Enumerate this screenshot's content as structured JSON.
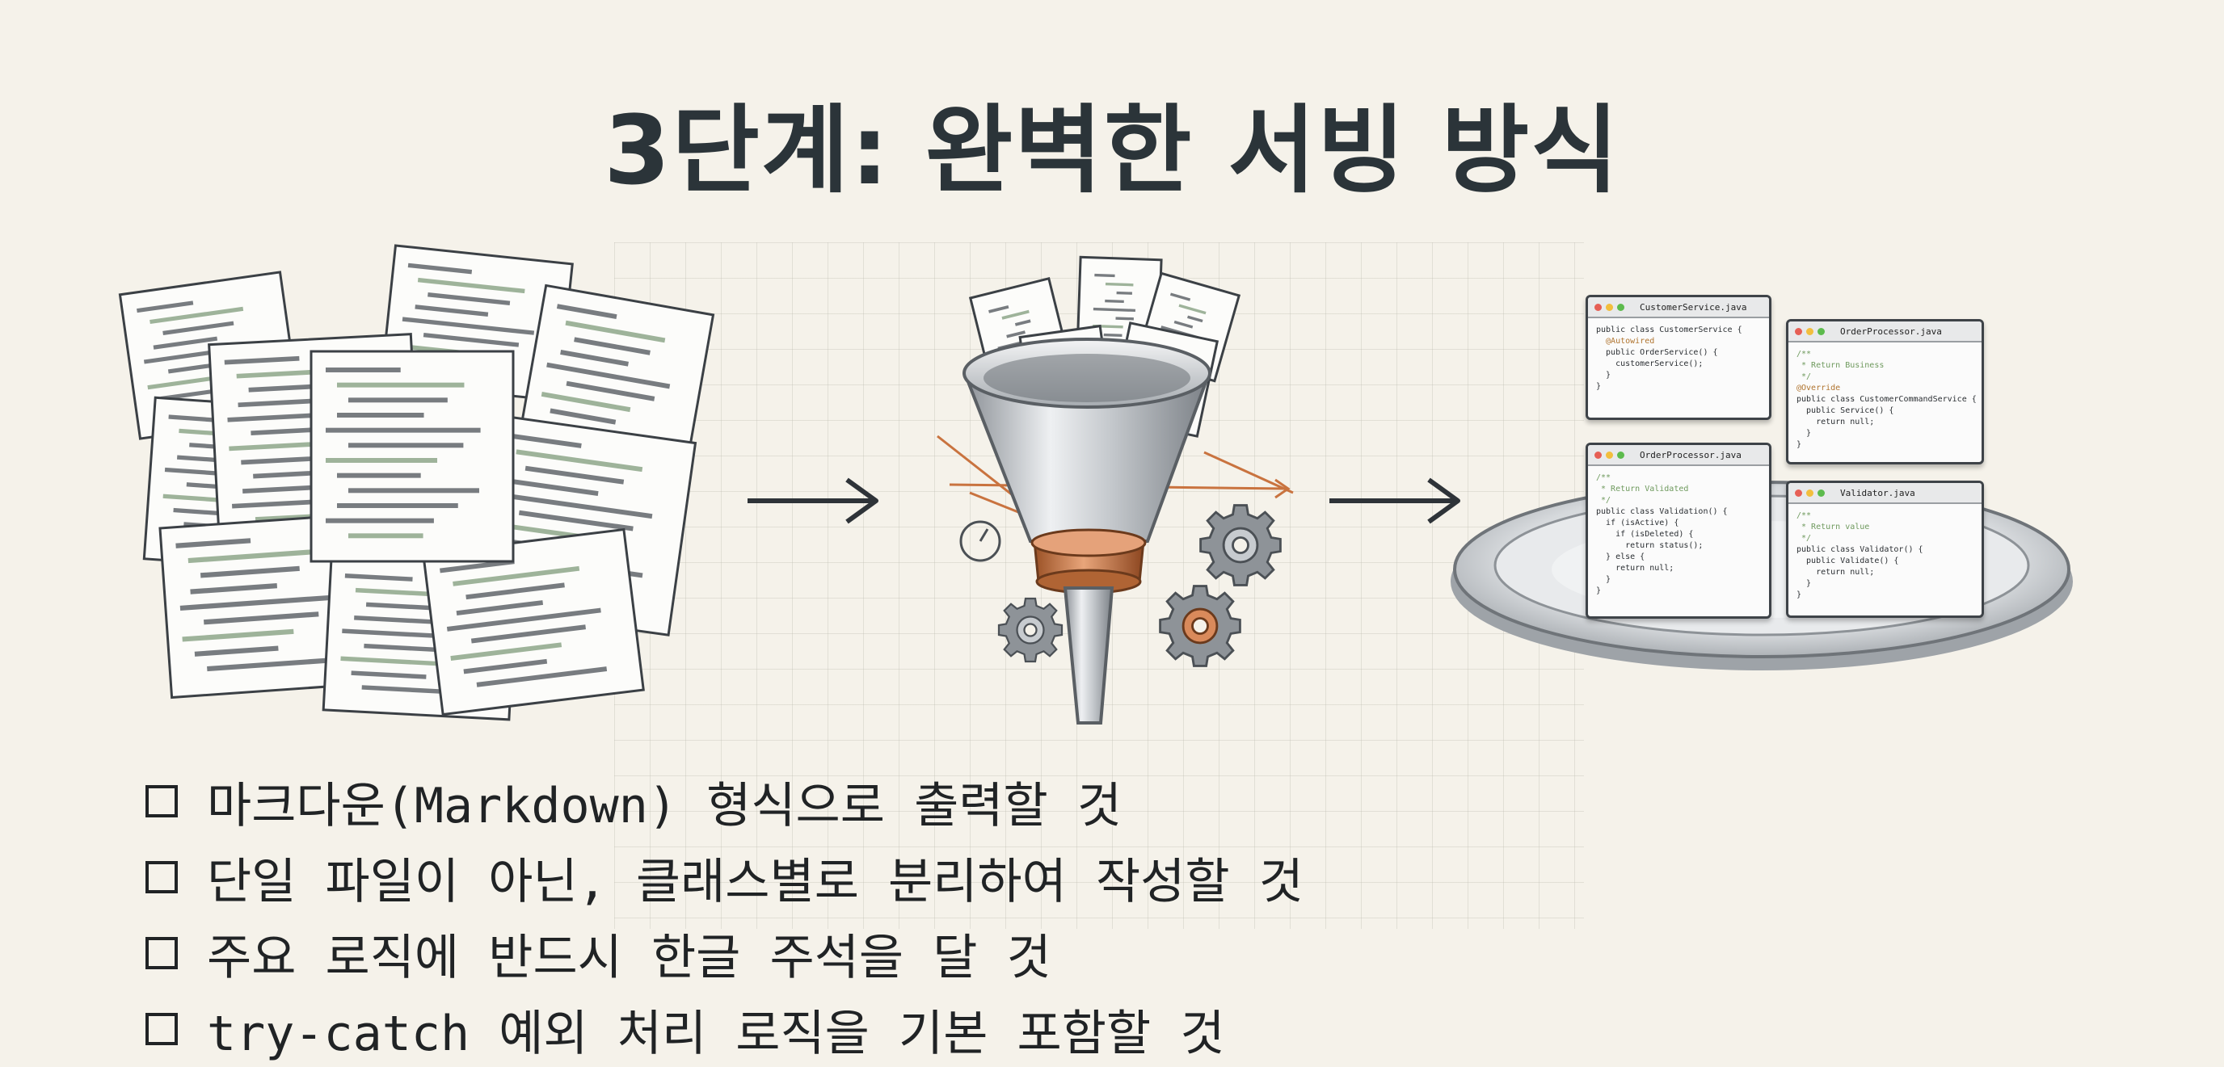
{
  "title": "3단계: 완벽한 서빙 방식",
  "checklist": [
    "마크다운(Markdown) 형식으로 출력할 것",
    "단일 파일이 아닌, 클래스별로 분리하여 작성할 것",
    "주요 로직에 반드시 한글 주석을 달 것",
    "try-catch 예외 처리 로직을 기본 포함할 것"
  ],
  "code_windows": [
    {
      "filename": "CustomerService.java",
      "lines": [
        "public class CustomerService {",
        "  @Autowired",
        "  public OrderService() {",
        "    customerService();",
        "  }",
        "}"
      ]
    },
    {
      "filename": "OrderProcessor.java",
      "lines": [
        "/**",
        " * Return Business",
        " */",
        "@Override",
        "public class CustomerCommandService {",
        "  public Service() {",
        "    return null;",
        "  }",
        "}"
      ]
    },
    {
      "filename": "OrderProcessor.java",
      "lines": [
        "/**",
        " * Return Validated",
        " */",
        "public class Validation() {",
        "  if (isActive) {",
        "    if (isDeleted) {",
        "      return status();",
        "  } else {",
        "    return null;",
        "  }",
        "}"
      ]
    },
    {
      "filename": "Validator.java",
      "lines": [
        "/**",
        " * Return value",
        " */",
        "public class Validator() {",
        "  public Validate() {",
        "    return null;",
        "  }",
        "}"
      ]
    }
  ],
  "colors": {
    "title": "#2b3439",
    "accent": "#c9733f",
    "window_dots": [
      "#e65f55",
      "#f2be3d",
      "#5dbb4d"
    ]
  },
  "icons": [
    "arrow-right-icon",
    "funnel-icon",
    "gear-icon",
    "checkbox-icon",
    "serving-tray-icon"
  ]
}
